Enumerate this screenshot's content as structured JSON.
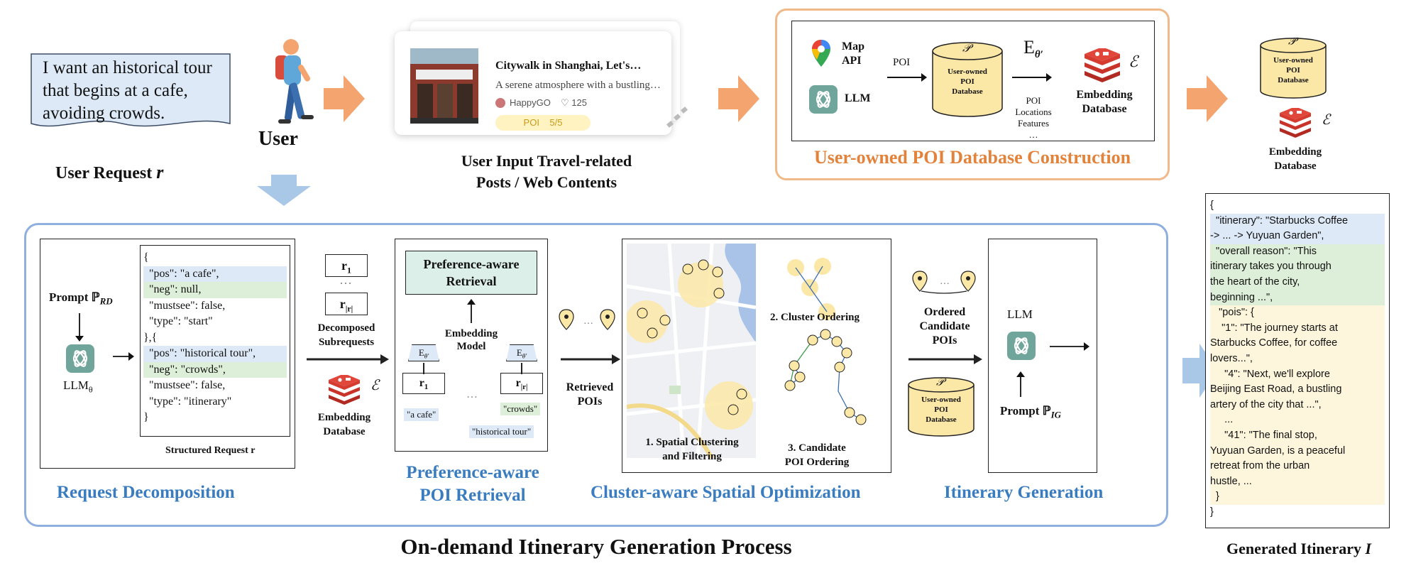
{
  "user_request": {
    "text_lines": [
      "I want an historical tour",
      "that begins at a cafe,",
      "avoiding crowds."
    ],
    "label": "User Request",
    "symbol": "r"
  },
  "user": {
    "label": "User"
  },
  "post": {
    "title": "Citywalk in Shanghai, Let's…",
    "description": "A serene atmosphere with a bustling…",
    "author": "HappyGO",
    "likes": "♡ 125",
    "badge": "POI    5/5",
    "caption_line1": "User Input Travel-related",
    "caption_line2": "Posts / Web Contents"
  },
  "poi_construction": {
    "title": "User-owned POI Database Construction",
    "map_api": [
      "Map",
      "API"
    ],
    "llm": "LLM",
    "poi_label": "POI",
    "db_symbol": "𝒫",
    "db_label": [
      "User-owned",
      "POI",
      "Database"
    ],
    "embed_symbol": "E",
    "embed_sub": "θ′",
    "features": [
      "POI",
      "Locations",
      "Features",
      "…"
    ],
    "embedding_db": [
      "Embedding",
      "Database"
    ],
    "epsilon": "ℰ"
  },
  "right_top": {
    "db_symbol": "𝒫",
    "db_label": [
      "User-owned",
      "POI",
      "Database"
    ],
    "epsilon": "ℰ",
    "embedding_db": [
      "Embedding",
      "Database"
    ]
  },
  "request_decomp": {
    "title": "Request Decomposition",
    "prompt_label": "Prompt ℙ",
    "prompt_sub": "RD",
    "llm_label": "LLM",
    "llm_sub": "θ",
    "structured_label": "Structured Request r",
    "json_lines": [
      {
        "text": "{",
        "hl": ""
      },
      {
        "text": "  \"pos\": \"a cafe\",",
        "hl": "blue"
      },
      {
        "text": "  \"neg\": null,",
        "hl": "green"
      },
      {
        "text": "  \"mustsee\": false,",
        "hl": ""
      },
      {
        "text": "  \"type\": \"start\"",
        "hl": ""
      },
      {
        "text": "},{",
        "hl": ""
      },
      {
        "text": "  \"pos\": \"historical tour\",",
        "hl": "blue"
      },
      {
        "text": "  \"neg\": \"crowds\",",
        "hl": "green"
      },
      {
        "text": "  \"mustsee\": false,",
        "hl": ""
      },
      {
        "text": "  \"type\": \"itinerary\"",
        "hl": ""
      },
      {
        "text": "}",
        "hl": ""
      }
    ]
  },
  "subrequests": {
    "r1": "r",
    "r1_sub": "1",
    "rn": "r",
    "rn_sub": "|r|",
    "label": [
      "Decomposed",
      "Subrequests"
    ],
    "epsilon": "ℰ",
    "embedding_db": [
      "Embedding",
      "Database"
    ]
  },
  "retrieval": {
    "title_line1": "Preference-aware",
    "title_line2": "POI Retrieval",
    "box_title": [
      "Preference-aware",
      "Retrieval"
    ],
    "embedding_model": [
      "Embedding",
      "Model"
    ],
    "e_sym": "E",
    "e_sub": "θ′",
    "r1": "r",
    "r1_sub": "1",
    "rn": "r",
    "rn_sub": "|r|",
    "dots": "…",
    "tag_cafe": "\"a cafe\"",
    "tag_crowds": "\"crowds\"",
    "tag_hist": "\"historical tour\""
  },
  "retrieved": {
    "label": [
      "Retrieved",
      "POIs"
    ]
  },
  "spatial": {
    "title": "Cluster-aware Spatial Optimization",
    "step1": [
      "1. Spatial Clustering",
      "and Filtering"
    ],
    "step2": "2. Cluster Ordering",
    "step3": [
      "3. Candidate",
      "POI Ordering"
    ]
  },
  "ordered": {
    "label": [
      "Ordered",
      "Candidate",
      "POIs"
    ],
    "db_symbol": "𝒫",
    "db_label": [
      "User-owned",
      "POI",
      "Database"
    ]
  },
  "itinerary_gen": {
    "title": "Itinerary Generation",
    "llm": "LLM",
    "prompt_label": "Prompt ℙ",
    "prompt_sub": "IG"
  },
  "process_title": "On-demand Itinerary Generation Process",
  "generated": {
    "label": "Generated Itinerary",
    "symbol": "I",
    "json_lines": [
      {
        "text": "{",
        "hl": ""
      },
      {
        "text": "  \"itinerary\": \"Starbucks Coffee",
        "hl": "blue"
      },
      {
        "text": "-> ... -> Yuyuan Garden\",",
        "hl": "blue"
      },
      {
        "text": "  \"overall reason\": \"This",
        "hl": "green"
      },
      {
        "text": "itinerary takes you through",
        "hl": "green"
      },
      {
        "text": "the heart of the city,",
        "hl": "green"
      },
      {
        "text": "beginning ...\",",
        "hl": "green"
      },
      {
        "text": "   \"pois\": {",
        "hl": "yellow"
      },
      {
        "text": "    \"1\": \"The journey starts at",
        "hl": "yellow"
      },
      {
        "text": "Starbucks Coffee, for coffee",
        "hl": "yellow"
      },
      {
        "text": "lovers...\",",
        "hl": "yellow"
      },
      {
        "text": "     \"4\": \"Next, we'll explore",
        "hl": "yellow"
      },
      {
        "text": "Beijing East Road, a bustling",
        "hl": "yellow"
      },
      {
        "text": "artery of the city that ...\",",
        "hl": "yellow"
      },
      {
        "text": "     ...",
        "hl": "yellow"
      },
      {
        "text": "     \"41\": \"The final stop,",
        "hl": "yellow"
      },
      {
        "text": "Yuyuan Garden, is a peaceful",
        "hl": "yellow"
      },
      {
        "text": "retreat from the urban",
        "hl": "yellow"
      },
      {
        "text": "hustle, ...",
        "hl": "yellow"
      },
      {
        "text": "  }",
        "hl": "yellow"
      },
      {
        "text": "}",
        "hl": ""
      }
    ]
  },
  "colors": {
    "blue_accent": "#3a7cc0",
    "orange_accent": "#e3823a",
    "arrow_orange": "#f3a46f",
    "arrow_blue": "#a9c8e8",
    "panel_border": "#8fb0de",
    "poi_yellow": "#fbe7a6",
    "redis_red": "#d63b2f",
    "openai_teal": "#6fa59a"
  }
}
